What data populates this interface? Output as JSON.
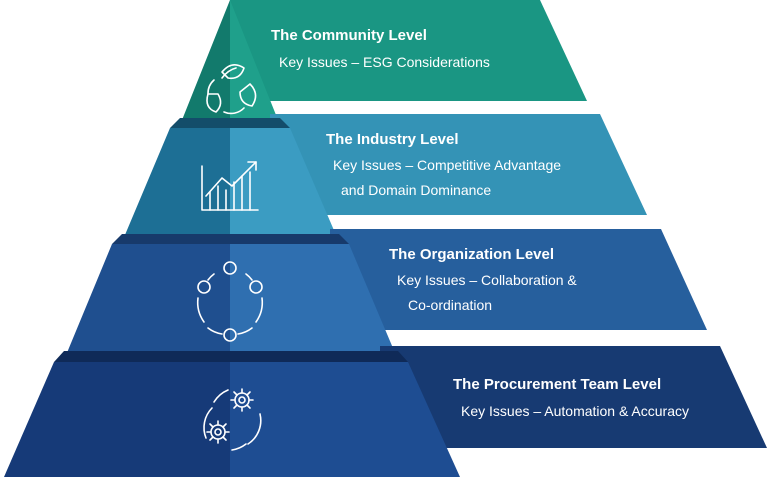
{
  "levels": [
    {
      "title": "The Community Level",
      "lines": [
        "Key Issues – ESG Considerations"
      ],
      "icon": "recycle-leaves-icon",
      "colors": {
        "left": "#127a6c",
        "right": "#1fa08b",
        "banner": "#1a9683",
        "shadow": "#0d5f55"
      }
    },
    {
      "title": "The Industry Level",
      "lines": [
        "Key Issues – Competitive Advantage",
        "and Domain Dominance"
      ],
      "icon": "growth-chart-icon",
      "colors": {
        "left": "#1d6f95",
        "right": "#3b9cc2",
        "banner": "#3493b6",
        "shadow": "#134d6a"
      }
    },
    {
      "title": "The Organization Level",
      "lines": [
        "Key Issues – Collaboration &",
        "Co-ordination"
      ],
      "icon": "team-circle-icon",
      "colors": {
        "left": "#1f4f8f",
        "right": "#2f6fb0",
        "banner": "#265f9d",
        "shadow": "#173a6b"
      }
    },
    {
      "title": "The Procurement Team Level",
      "lines": [
        "Key Issues – Automation & Accuracy"
      ],
      "icon": "gears-cycle-icon",
      "colors": {
        "left": "#163a78",
        "right": "#1e4d92",
        "banner": "#173a72",
        "shadow": "#0f2a58"
      }
    }
  ]
}
